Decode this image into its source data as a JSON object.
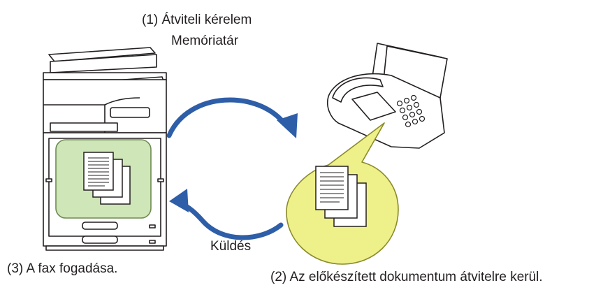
{
  "labels": {
    "transfer_request": "(1) Átviteli kérelem",
    "memory_box": "Memóriatár",
    "send": "Küldés",
    "fax_received": "(3) A fax fogadása.",
    "document_transferred": "(2) Az előkészített dokumentum átvitelre kerül."
  },
  "colors": {
    "outline": "#231f20",
    "arrow": "#2e5ea8",
    "memory_fill": "#cfe6b8",
    "memory_stroke": "#6e8a52",
    "bubble_fill": "#eef08a",
    "bubble_stroke": "#8a8a2a"
  },
  "icons": {
    "machine": "multifunction-printer-icon",
    "fax": "fax-machine-icon",
    "documents": "document-stack-icon"
  }
}
